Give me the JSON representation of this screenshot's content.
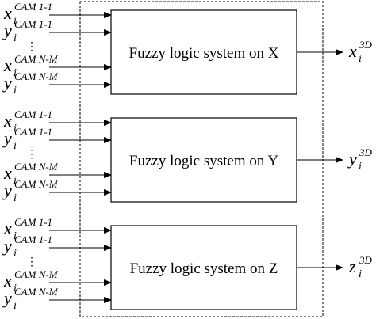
{
  "blocks": [
    {
      "label": "Fuzzy logic system on X",
      "inputs": [
        {
          "main": "x",
          "sub": "i",
          "sup": "CAM 1-1"
        },
        {
          "main": "y",
          "sub": "i",
          "sup": "CAM 1-1"
        },
        {
          "main": "x",
          "sub": "i",
          "sup": "CAM N-M"
        },
        {
          "main": "y",
          "sub": "i",
          "sup": "CAM N-M"
        }
      ],
      "output": {
        "main": "x",
        "sub": "i",
        "sup": "3D"
      }
    },
    {
      "label": "Fuzzy logic system on Y",
      "inputs": [
        {
          "main": "x",
          "sub": "i",
          "sup": "CAM 1-1"
        },
        {
          "main": "y",
          "sub": "i",
          "sup": "CAM 1-1"
        },
        {
          "main": "x",
          "sub": "i",
          "sup": "CAM N-M"
        },
        {
          "main": "y",
          "sub": "i",
          "sup": "CAM N-M"
        }
      ],
      "output": {
        "main": "y",
        "sub": "i",
        "sup": "3D"
      }
    },
    {
      "label": "Fuzzy logic system on Z",
      "inputs": [
        {
          "main": "x",
          "sub": "i",
          "sup": "CAM 1-1"
        },
        {
          "main": "y",
          "sub": "i",
          "sup": "CAM 1-1"
        },
        {
          "main": "x",
          "sub": "i",
          "sup": "CAM N-M"
        },
        {
          "main": "y",
          "sub": "i",
          "sup": "CAM N-M"
        }
      ],
      "output": {
        "main": "z",
        "sub": "i",
        "sup": "3D"
      }
    }
  ],
  "ellipsis": "⋮"
}
